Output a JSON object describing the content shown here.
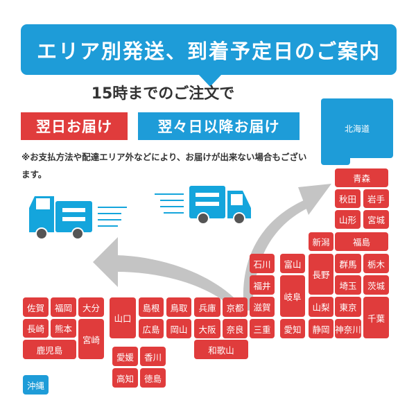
{
  "header": {
    "title": "エリア別発送、到着予定日のご案内"
  },
  "deadline": {
    "text": "15時までのご注文で"
  },
  "buttons": {
    "next_day": "翌日お届け",
    "later": "翌々日以降お届け"
  },
  "note": "※お支払方法や配達エリア外などにより、お届けが出来ない場合もございます。",
  "colors": {
    "blue": "#1e9cd8",
    "red": "#e03c3c",
    "arrow": "#c4c4c4",
    "truck": "#14a5dc",
    "wheel": "#555555"
  },
  "icons": [
    "truck-icon",
    "truck-icon",
    "curved-arrow-icon"
  ],
  "map": {
    "hokkaido": "北海道",
    "prefectures": [
      {
        "name": "青森",
        "zone": "next"
      },
      {
        "name": "秋田",
        "zone": "next"
      },
      {
        "name": "岩手",
        "zone": "next"
      },
      {
        "name": "山形",
        "zone": "next"
      },
      {
        "name": "宮城",
        "zone": "next"
      },
      {
        "name": "新潟",
        "zone": "next"
      },
      {
        "name": "福島",
        "zone": "next"
      },
      {
        "name": "石川",
        "zone": "next"
      },
      {
        "name": "富山",
        "zone": "next"
      },
      {
        "name": "長野",
        "zone": "next"
      },
      {
        "name": "群馬",
        "zone": "next"
      },
      {
        "name": "栃木",
        "zone": "next"
      },
      {
        "name": "福井",
        "zone": "next"
      },
      {
        "name": "岐阜",
        "zone": "next"
      },
      {
        "name": "埼玉",
        "zone": "next"
      },
      {
        "name": "茨城",
        "zone": "next"
      },
      {
        "name": "滋賀",
        "zone": "next"
      },
      {
        "name": "山梨",
        "zone": "next"
      },
      {
        "name": "東京",
        "zone": "next"
      },
      {
        "name": "千葉",
        "zone": "next"
      },
      {
        "name": "三重",
        "zone": "next"
      },
      {
        "name": "愛知",
        "zone": "next"
      },
      {
        "name": "静岡",
        "zone": "next"
      },
      {
        "name": "神奈川",
        "zone": "next"
      },
      {
        "name": "佐賀",
        "zone": "next"
      },
      {
        "name": "福岡",
        "zone": "next"
      },
      {
        "name": "大分",
        "zone": "next"
      },
      {
        "name": "長崎",
        "zone": "next"
      },
      {
        "name": "熊本",
        "zone": "next"
      },
      {
        "name": "宮崎",
        "zone": "next"
      },
      {
        "name": "鹿児島",
        "zone": "next"
      },
      {
        "name": "山口",
        "zone": "next"
      },
      {
        "name": "島根",
        "zone": "next"
      },
      {
        "name": "鳥取",
        "zone": "next"
      },
      {
        "name": "兵庫",
        "zone": "next"
      },
      {
        "name": "京都",
        "zone": "next"
      },
      {
        "name": "広島",
        "zone": "next"
      },
      {
        "name": "岡山",
        "zone": "next"
      },
      {
        "name": "大阪",
        "zone": "next"
      },
      {
        "name": "奈良",
        "zone": "next"
      },
      {
        "name": "和歌山",
        "zone": "next"
      },
      {
        "name": "愛媛",
        "zone": "next"
      },
      {
        "name": "香川",
        "zone": "next"
      },
      {
        "name": "高知",
        "zone": "next"
      },
      {
        "name": "徳島",
        "zone": "next"
      },
      {
        "name": "沖縄",
        "zone": "later"
      }
    ]
  }
}
